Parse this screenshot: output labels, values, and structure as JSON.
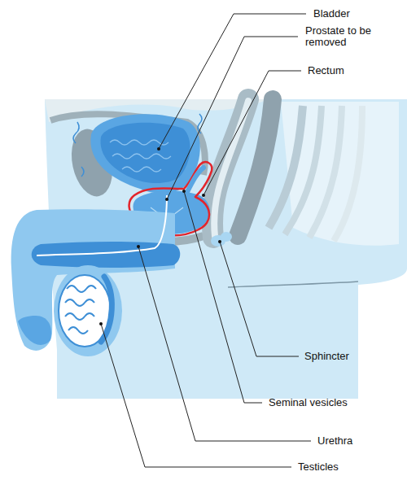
{
  "diagram": {
    "labels": [
      "Bladder",
      "Prostate to be removed",
      "Rectum",
      "Sphincter",
      "Seminal vesicles",
      "Urethra",
      "Testicles"
    ]
  }
}
